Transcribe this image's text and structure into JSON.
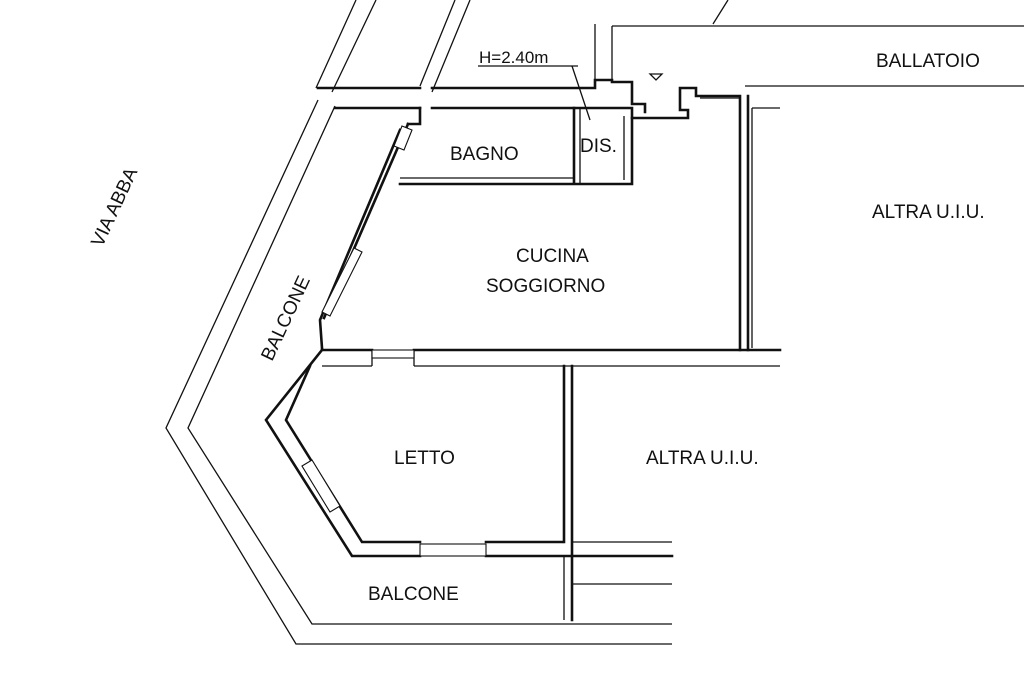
{
  "labels": {
    "street": "VIA ABBA",
    "ballatoio": "BALLATOIO",
    "height_note": "H=2.40m",
    "bagno": "BAGNO",
    "dis": "DIS.",
    "cucina_line1": "CUCINA",
    "cucina_line2": "SOGGIORNO",
    "altra_uiu_top": "ALTRA U.I.U.",
    "balcone_side": "BALCONE",
    "letto": "LETTO",
    "altra_uiu_bottom": "ALTRA U.I.U.",
    "balcone_bottom": "BALCONE"
  },
  "colors": {
    "ink": "#111111",
    "background": "#ffffff"
  }
}
